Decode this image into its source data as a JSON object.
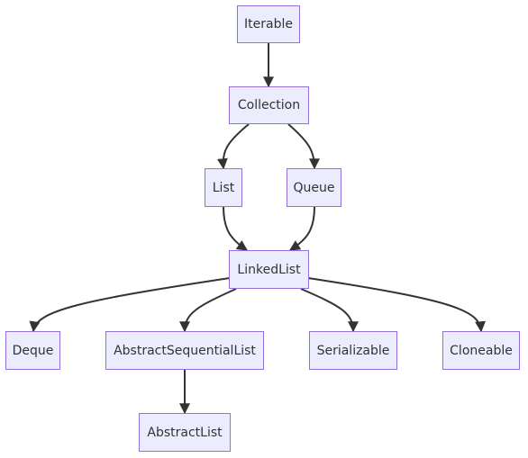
{
  "nodes": {
    "iterable": "Iterable",
    "collection": "Collection",
    "list": "List",
    "queue": "Queue",
    "linkedlist": "LinkedList",
    "deque": "Deque",
    "abstractsequentiallist": "AbstractSequentialList",
    "serializable": "Serializable",
    "cloneable": "Cloneable",
    "abstractlist": "AbstractList"
  },
  "edges": [
    {
      "from": "iterable",
      "to": "collection"
    },
    {
      "from": "collection",
      "to": "list"
    },
    {
      "from": "collection",
      "to": "queue"
    },
    {
      "from": "list",
      "to": "linkedlist"
    },
    {
      "from": "queue",
      "to": "linkedlist"
    },
    {
      "from": "linkedlist",
      "to": "deque"
    },
    {
      "from": "linkedlist",
      "to": "abstractsequentiallist"
    },
    {
      "from": "linkedlist",
      "to": "serializable"
    },
    {
      "from": "linkedlist",
      "to": "cloneable"
    },
    {
      "from": "abstractsequentiallist",
      "to": "abstractlist"
    }
  ],
  "colors": {
    "node_fill": "#ececff",
    "node_border": "#9370db",
    "edge": "#333333",
    "text": "#333333"
  }
}
